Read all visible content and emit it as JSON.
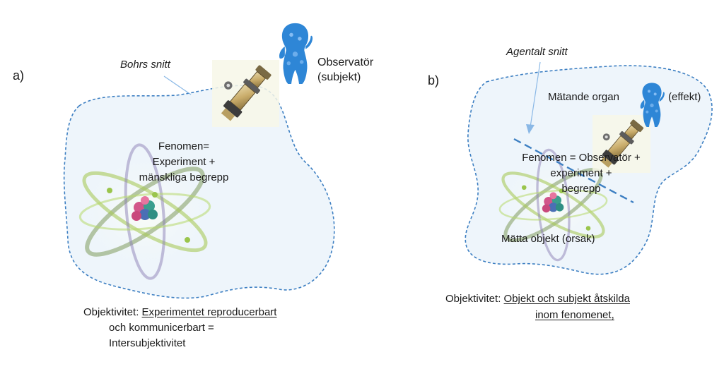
{
  "panel_a": {
    "label": "a)",
    "cut_label": "Bohrs snitt",
    "observer_label_1": "Observatör",
    "observer_label_2": "(subjekt)",
    "phenomenon_line_1": "Fenomen=",
    "phenomenon_line_2": "Experiment +",
    "phenomenon_line_3": "mänskliga begrepp",
    "objectivity_label": "Objektivitet:",
    "objectivity_underlined": "Experimentet reproducerbart",
    "objectivity_line_2": "och kommunicerbart =",
    "objectivity_line_3": "Intersubjektivitet",
    "icons": [
      "atom-icon",
      "microscope-icon",
      "observer-figure-icon"
    ]
  },
  "panel_b": {
    "label": "b)",
    "cut_label": "Agentalt snitt",
    "organ_label": "Mätande organ",
    "effect_label": "(effekt)",
    "phenomenon_line_1": "Fenomen = Observatör +",
    "phenomenon_line_2": "experiment +",
    "phenomenon_line_3": "begrepp",
    "object_label": "Mätta objekt (orsak)",
    "objectivity_label": "Objektivitet:",
    "objectivity_underlined_1": "Objekt och subjekt åtskilda",
    "objectivity_underlined_2": "inom fenomenet,",
    "icons": [
      "atom-icon",
      "microscope-icon",
      "observer-figure-icon"
    ]
  },
  "colors": {
    "boundary": "#3d7fc2",
    "region_fill": "#eef5fb",
    "figure": "#2e86d6",
    "arrow": "#8ab8e6"
  }
}
